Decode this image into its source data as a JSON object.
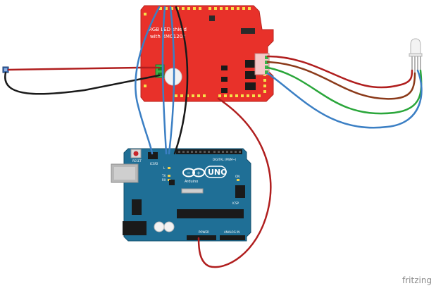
{
  "shield": {
    "title_line1": "RGB LED shield",
    "title_line2": "with XMC1202",
    "board_color": "#e8312a",
    "header_color": "#f5e04a"
  },
  "arduino": {
    "logo_text": "UNO",
    "brand": "Arduino",
    "reset_label": "RESET",
    "icsp_label": "ICSP",
    "icsp2_label": "ICSP2",
    "digital_label": "DIGITAL (PWM~)",
    "power_label": "POWER",
    "analog_label": "ANALOG IN",
    "led_labels": [
      "L",
      "TX",
      "RX"
    ],
    "on_label": "ON",
    "board_color": "#1f6f96"
  },
  "wires": {
    "red": "#b01e1e",
    "black": "#1a1a1a",
    "blue": "#3b7fc4",
    "green": "#2aa63a",
    "brown": "#8b3a1a"
  },
  "watermark": "fritzing"
}
